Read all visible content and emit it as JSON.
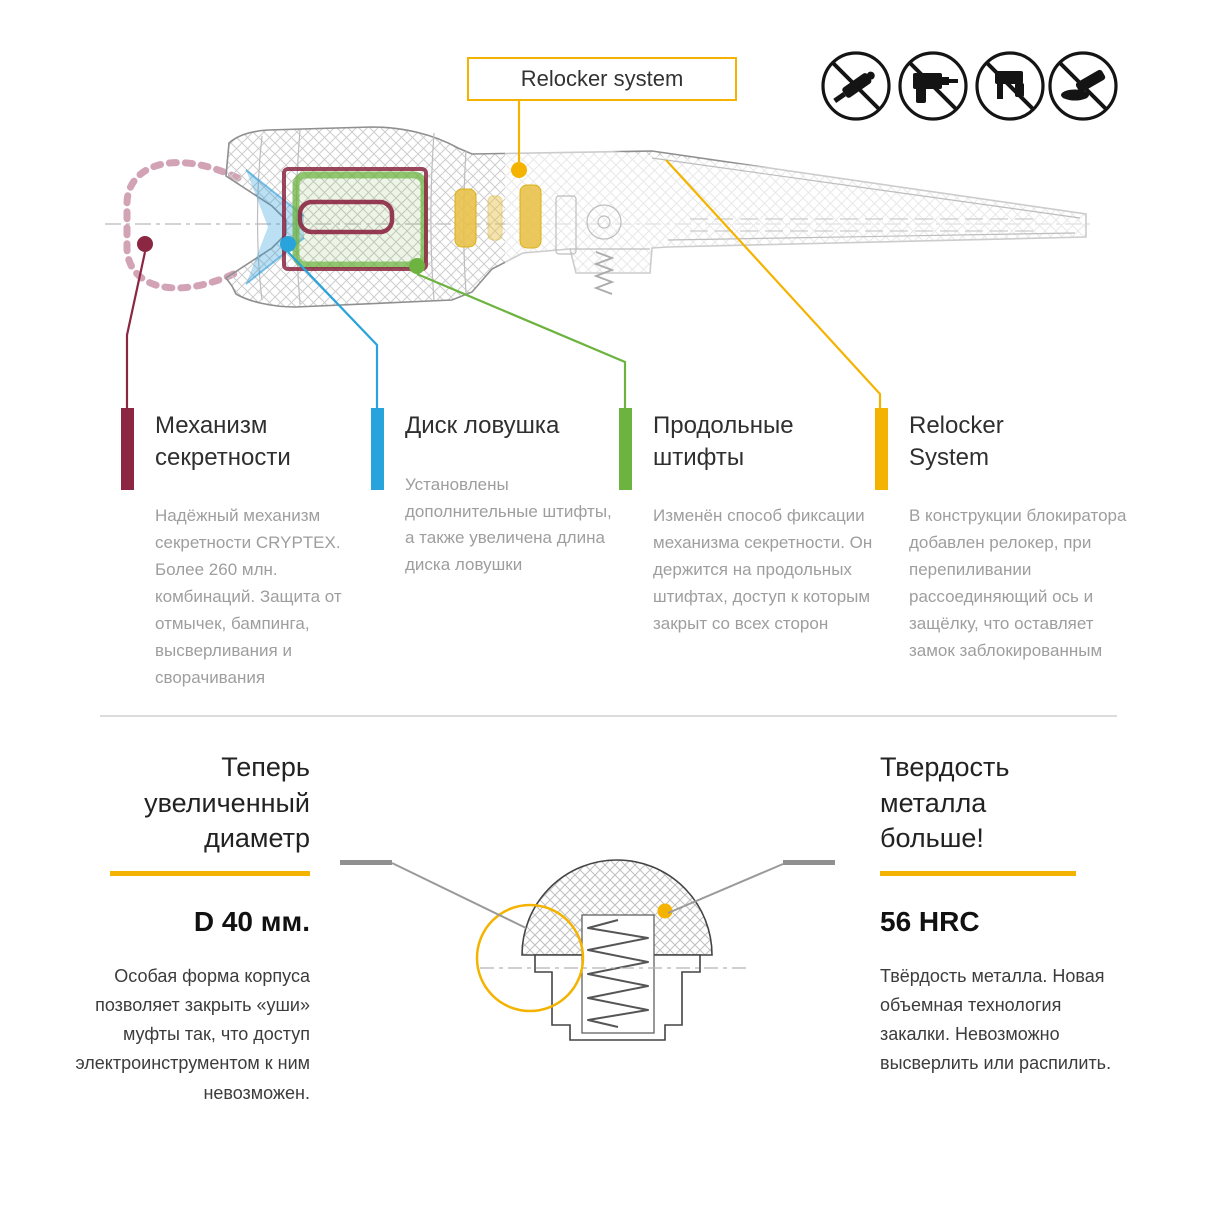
{
  "palette": {
    "accent_yellow": "#F5B301",
    "maroon": "#8B2742",
    "blue": "#29A3DC",
    "green": "#6CB33F",
    "gray_text": "#9E9E9E"
  },
  "relocker_box": {
    "label": "Relocker system"
  },
  "prohibition_icons": [
    {
      "name": "no-engraving-tool"
    },
    {
      "name": "no-drill"
    },
    {
      "name": "no-hammer-drill"
    },
    {
      "name": "no-angle-grinder"
    }
  ],
  "features": [
    {
      "title": "Механизм секретности",
      "color": "#8B2742",
      "body": "Надёжный механизм секретности CRYPTEX. Более 260 млн. комбинаций. Защита от отмычек, бампинга, высверливания и сворачивания"
    },
    {
      "title": "Диск ловушка",
      "color": "#29A3DC",
      "body": "Установлены дополнительные штифты, а также увеличена длина диска ловушки"
    },
    {
      "title": "Продольные штифты",
      "color": "#6CB33F",
      "body": "Изменён способ фиксации механизма секретности. Он держится на продольных штифтах, доступ к которым закрыт со всех сторон"
    },
    {
      "title": "Relocker System",
      "color": "#F5B301",
      "body": "В конструкции блокиратора добавлен релокер, при перепиливании рассоединяющий ось и защёлку, что оставляет замок заблокированным"
    }
  ],
  "bottom_left": {
    "title": "Теперь увеличенный диаметр",
    "value": "D 40 мм.",
    "body": "Особая форма корпуса позволяет закрыть «уши» муфты так, что доступ электроинструментом к ним невозможен."
  },
  "bottom_right": {
    "title": "Твердость металла больше!",
    "value": "56 HRC",
    "body": "Твёрдость металла. Новая объемная технология закалки. Невозможно высверлить или распилить."
  }
}
